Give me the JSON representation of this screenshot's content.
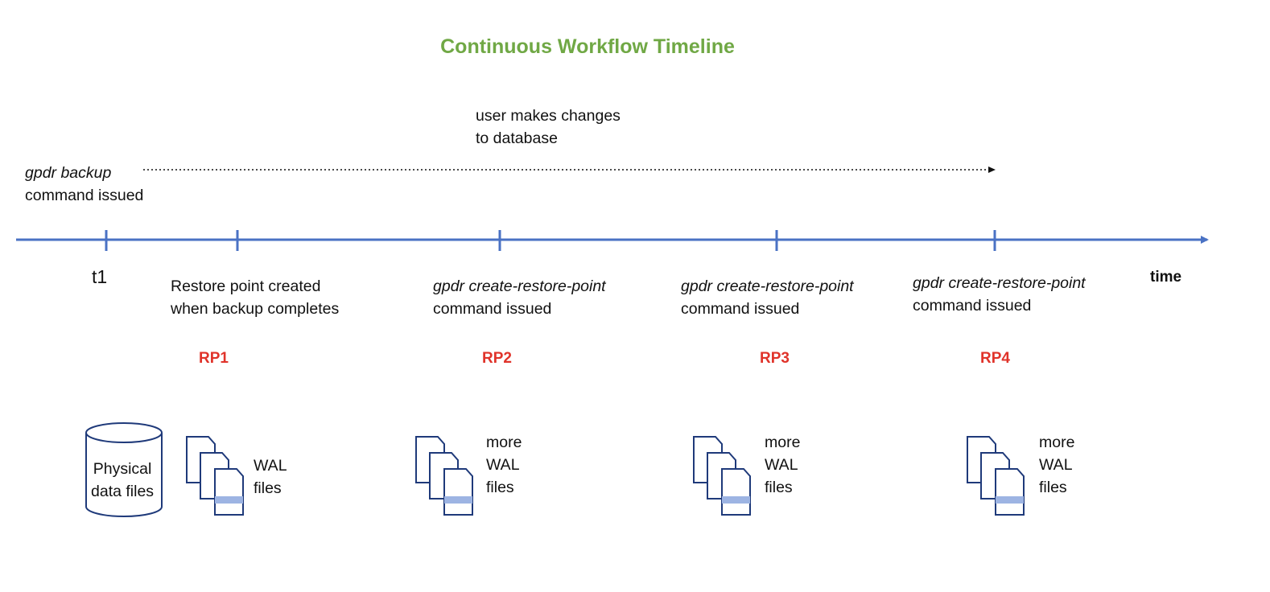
{
  "title": "Continuous Workflow Timeline",
  "changes_note": {
    "line1": "user makes changes",
    "line2": "to database"
  },
  "backup_note": {
    "command": "gpdr backup",
    "suffix": "command issued"
  },
  "axis": {
    "start_label": "t1",
    "end_label": "time"
  },
  "events": [
    {
      "line1": "Restore point created",
      "line2": "when backup completes",
      "rp": "RP1"
    },
    {
      "command": "gpdr create-restore-point",
      "line2": "command issued",
      "rp": "RP2"
    },
    {
      "command": "gpdr create-restore-point",
      "line2": "command issued",
      "rp": "RP3"
    },
    {
      "command": "gpdr create-restore-point",
      "line2": "command issued",
      "rp": "RP4"
    }
  ],
  "storage": {
    "database": {
      "line1": "Physical",
      "line2": "data files"
    },
    "wal_first": {
      "line1": "WAL",
      "line2": "files"
    },
    "wal_more": {
      "line1": "more",
      "line2": "WAL",
      "line3": "files"
    }
  },
  "colors": {
    "title": "#70a845",
    "axis": "#4a72c4",
    "restore_point": "#e0332a",
    "outline": "#1f3a7a",
    "file_band": "#9db4e3"
  }
}
